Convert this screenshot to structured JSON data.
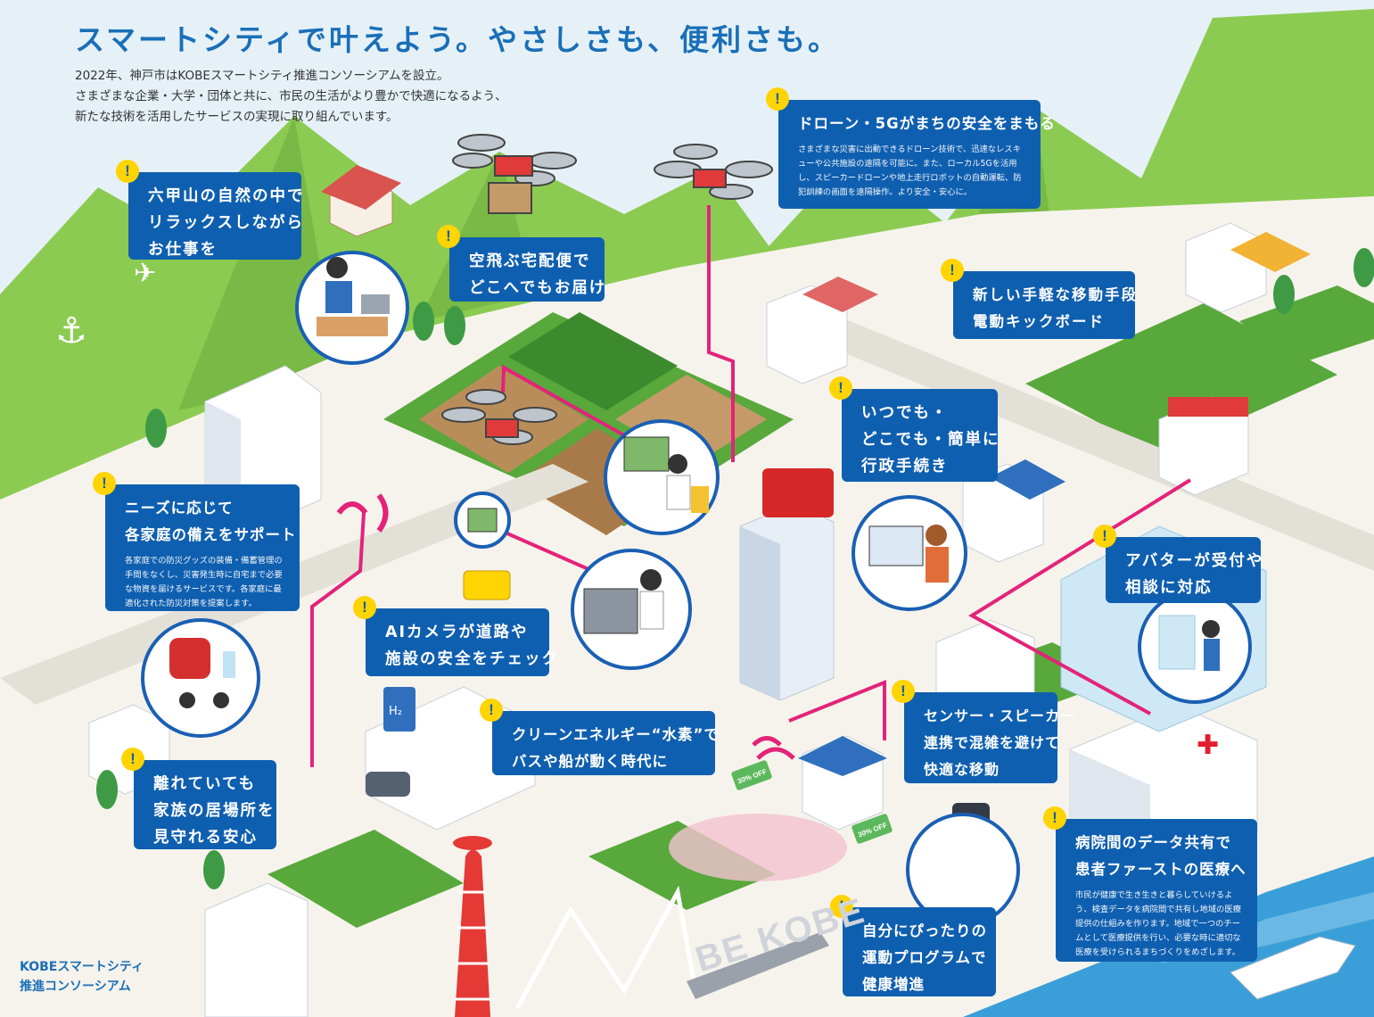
{
  "header": {
    "title": "スマートシティで叶えよう。やさしさも、便利さも。",
    "intro_lines": [
      "2022年、神戸市はKOBEスマートシティ推進コンソーシアムを設立。",
      "さまざまな企業・大学・団体と共に、市民の生活がより豊かで快適になるよう、",
      "新たな技術を活用したサービスの実現に取り組んでいます。"
    ]
  },
  "badge_symbol": "!",
  "callouts": {
    "rokko": {
      "lines": [
        "六甲山の自然の中で",
        "リラックスしながら",
        "お仕事を"
      ]
    },
    "delivery": {
      "lines": [
        "空飛ぶ宅配便で",
        "どこへでもお届け"
      ]
    },
    "drone5g": {
      "lines": [
        "ドローン・5Gがまちの安全をまもる"
      ],
      "desc": "さまざまな災害に出動できるドローン技術で、迅速なレスキューや公共施設の遠隔を可能に。また、ローカル5Gを活用し、スピーカードローンや地上走行ロボットの自動運転、防犯訓練の画面を遠隔操作。より安全・安心に。"
    },
    "kickboard": {
      "lines": [
        "新しい手軽な移動手段",
        "電動キックボード"
      ]
    },
    "admin": {
      "lines": [
        "いつでも・",
        "どこでも・簡単に",
        "行政手続き"
      ]
    },
    "needs": {
      "lines": [
        "ニーズに応じて",
        "各家庭の備えをサポート"
      ],
      "desc": "各家庭での防災グッズの装備・備蓄管理の手間をなくし、災害発生時に自宅まで必要な物資を届けるサービスです。各家庭に最適化された防災対策を提案します。"
    },
    "avatar": {
      "lines": [
        "アバターが受付や",
        "相談に対応"
      ]
    },
    "aicamera": {
      "lines": [
        "AIカメラが道路や",
        "施設の安全をチェック"
      ]
    },
    "hydrogen": {
      "lines": [
        "クリーンエネルギー“水素”で",
        "バスや船が動く時代に"
      ]
    },
    "sensor": {
      "lines": [
        "センサー・スピーカー",
        "連携で混雑を避けて",
        "快適な移動"
      ]
    },
    "family": {
      "lines": [
        "離れていても",
        "家族の居場所を",
        "見守れる安心"
      ]
    },
    "hospital": {
      "lines": [
        "病院間のデータ共有で",
        "患者ファーストの医療へ"
      ],
      "desc": "市民が健康で生き生きと暮らしていけるよう、検査データを病院間で共有し地域の医療提供の仕組みを作ります。地域で一つのチームとして医療提供を行い、必要な時に適切な医療を受けられるまちづくりをめざします。"
    },
    "exercise": {
      "lines": [
        "自分にぴったりの",
        "運動プログラムで",
        "健康増進"
      ]
    }
  },
  "footer": {
    "line1": "KOBEスマートシティ",
    "line2": "推進コンソーシアム"
  },
  "sign_text": "BE KOBE",
  "coupon_text": "30% OFF",
  "hydrogen_label": "H₂",
  "colors": {
    "brand_blue": "#0f5fb0",
    "title_blue": "#1a6fb8",
    "badge_yellow": "#ffd400",
    "route_pink": "#e3237a",
    "mountain_green": "#8ccb52",
    "ground": "#f6f3ec",
    "sea": "#3a9fd8"
  }
}
